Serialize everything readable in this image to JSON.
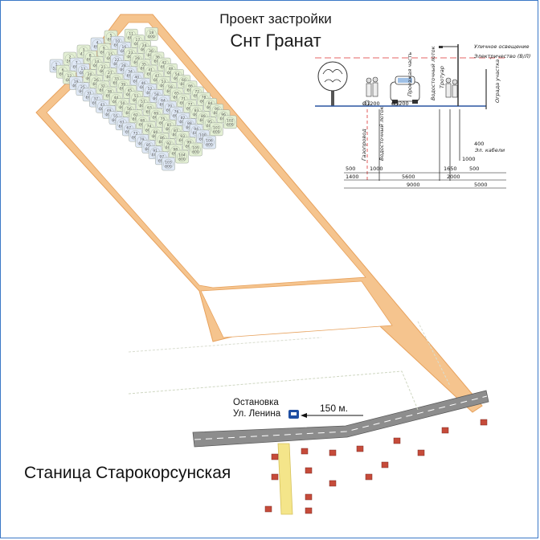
{
  "title": {
    "line1": "Проект застройки",
    "line2": "Снт Гранат"
  },
  "bus_stop": {
    "line1": "Остановка",
    "line2": "Ул. Ленина"
  },
  "distance_label": "150 м.",
  "village_label": "Станица Старокорсунская",
  "road_section": {
    "labels": [
      "Уличное освещение",
      "Электричество (В/Л)",
      "Проезжая часть",
      "Водосточный лоток",
      "Тротуар",
      "Газопровод",
      "Водосточный лоток",
      "Эл. кабели",
      "Ограда участка"
    ],
    "pipe_labels": [
      "Ø1200",
      "Ø1200"
    ],
    "dimensions": [
      "500",
      "1400",
      "1000",
      "5600",
      "9000",
      "1650",
      "2000",
      "500",
      "1000",
      "400",
      "5000"
    ]
  },
  "plots": [
    {
      "n": "1",
      "a": "525"
    },
    {
      "n": "2",
      "a": "566"
    },
    {
      "n": "3",
      "a": "473"
    },
    {
      "n": "4",
      "a": "600"
    },
    {
      "n": "5",
      "a": "600"
    },
    {
      "n": "6",
      "a": "600"
    },
    {
      "n": "7",
      "a": "600"
    },
    {
      "n": "8",
      "a": "600"
    },
    {
      "n": "9",
      "a": "600"
    },
    {
      "n": "10",
      "a": "600"
    },
    {
      "n": "11",
      "a": "600"
    },
    {
      "n": "12",
      "a": "600"
    },
    {
      "n": "13",
      "a": "600"
    },
    {
      "n": "14",
      "a": "600"
    },
    {
      "n": "15",
      "a": "600"
    },
    {
      "n": "16",
      "a": "600"
    },
    {
      "n": "17",
      "a": "600"
    },
    {
      "n": "18",
      "a": "600"
    },
    {
      "n": "19",
      "a": "600"
    },
    {
      "n": "20",
      "a": "600"
    },
    {
      "n": "21",
      "a": "600"
    },
    {
      "n": "22",
      "a": "600"
    },
    {
      "n": "23",
      "a": "600"
    },
    {
      "n": "24",
      "a": "600"
    },
    {
      "n": "25",
      "a": "600"
    },
    {
      "n": "26",
      "a": "600"
    },
    {
      "n": "27",
      "a": "600"
    },
    {
      "n": "28",
      "a": "600"
    },
    {
      "n": "29",
      "a": "600"
    },
    {
      "n": "30",
      "a": "600"
    },
    {
      "n": "31",
      "a": "600"
    },
    {
      "n": "32",
      "a": "600"
    },
    {
      "n": "33",
      "a": "600"
    },
    {
      "n": "34",
      "a": "600"
    },
    {
      "n": "35",
      "a": "600"
    },
    {
      "n": "36",
      "a": "600"
    },
    {
      "n": "37",
      "a": "600"
    },
    {
      "n": "38",
      "a": "600"
    },
    {
      "n": "39",
      "a": "600"
    },
    {
      "n": "40",
      "a": "600"
    },
    {
      "n": "41",
      "a": "600"
    },
    {
      "n": "42",
      "a": "600"
    },
    {
      "n": "43",
      "a": "600"
    },
    {
      "n": "44",
      "a": "600"
    },
    {
      "n": "45",
      "a": "600"
    },
    {
      "n": "46",
      "a": "600"
    },
    {
      "n": "47",
      "a": "600"
    },
    {
      "n": "48",
      "a": "600"
    },
    {
      "n": "49",
      "a": "600"
    },
    {
      "n": "50",
      "a": "600"
    },
    {
      "n": "51",
      "a": "600"
    },
    {
      "n": "52",
      "a": "600"
    },
    {
      "n": "53",
      "a": "600"
    },
    {
      "n": "54",
      "a": "600"
    },
    {
      "n": "55",
      "a": "600"
    },
    {
      "n": "56",
      "a": "600"
    },
    {
      "n": "57",
      "a": "600"
    },
    {
      "n": "58",
      "a": "600"
    },
    {
      "n": "59",
      "a": "600"
    },
    {
      "n": "60",
      "a": "600"
    },
    {
      "n": "61",
      "a": "600"
    },
    {
      "n": "62",
      "a": "600"
    },
    {
      "n": "63",
      "a": "600"
    },
    {
      "n": "64",
      "a": "600"
    },
    {
      "n": "65",
      "a": "600"
    },
    {
      "n": "66",
      "a": "600"
    },
    {
      "n": "67",
      "a": "600"
    },
    {
      "n": "68",
      "a": "600"
    },
    {
      "n": "69",
      "a": "600"
    },
    {
      "n": "70",
      "a": "600"
    },
    {
      "n": "71",
      "a": "600"
    },
    {
      "n": "72",
      "a": "600"
    },
    {
      "n": "73",
      "a": "600"
    },
    {
      "n": "74",
      "a": "600"
    },
    {
      "n": "75",
      "a": "600"
    },
    {
      "n": "76",
      "a": "600"
    },
    {
      "n": "77",
      "a": "600"
    },
    {
      "n": "78",
      "a": "600"
    },
    {
      "n": "79",
      "a": "600"
    },
    {
      "n": "80",
      "a": "600"
    },
    {
      "n": "81",
      "a": "600"
    },
    {
      "n": "82",
      "a": "600"
    },
    {
      "n": "83",
      "a": "600"
    },
    {
      "n": "84",
      "a": "600"
    },
    {
      "n": "85",
      "a": "600"
    },
    {
      "n": "86",
      "a": "600"
    },
    {
      "n": "87",
      "a": "600"
    },
    {
      "n": "88",
      "a": "600"
    },
    {
      "n": "89",
      "a": "600"
    },
    {
      "n": "90",
      "a": "600"
    },
    {
      "n": "91",
      "a": "600"
    },
    {
      "n": "92",
      "a": "600"
    },
    {
      "n": "93",
      "a": "600"
    },
    {
      "n": "94",
      "a": "600"
    },
    {
      "n": "95",
      "a": "600"
    },
    {
      "n": "96",
      "a": "600"
    },
    {
      "n": "97",
      "a": "600"
    },
    {
      "n": "98",
      "a": "600"
    },
    {
      "n": "99",
      "a": "600"
    },
    {
      "n": "100",
      "a": "600"
    },
    {
      "n": "101",
      "a": "600"
    },
    {
      "n": "102",
      "a": "600"
    },
    {
      "n": "103",
      "a": "600"
    },
    {
      "n": "104",
      "a": "600"
    },
    {
      "n": "105",
      "a": "600"
    },
    {
      "n": "106",
      "a": "600"
    }
  ],
  "colors": {
    "road_orange": "#f5c48e",
    "road_edge": "#e7a15c",
    "plot_green": "#e4f0d4",
    "plot_blue": "#dfe8f6",
    "asphalt": "#8d8d8d",
    "house_red": "#c64b3a",
    "frame": "#3b78c7"
  },
  "icons": [
    "bus-stop-icon",
    "tree-icon",
    "car-icon",
    "pedestrian-icon",
    "street-lamp-icon"
  ]
}
